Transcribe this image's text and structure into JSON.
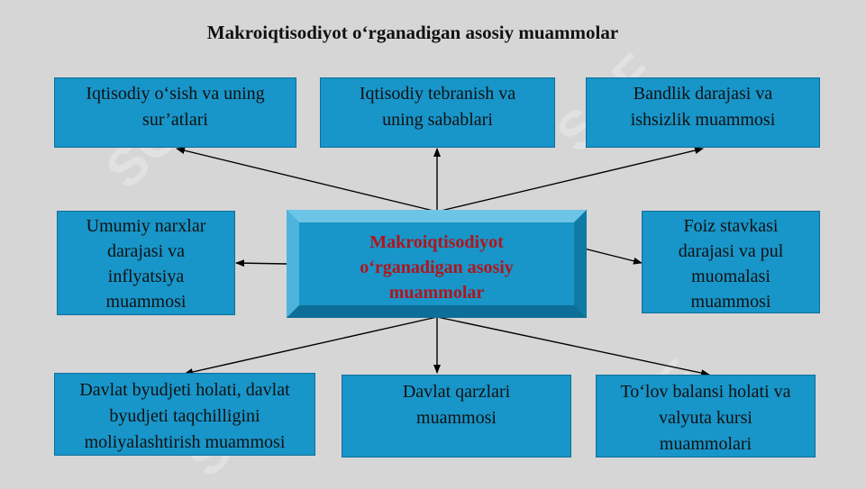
{
  "title": "Makroiqtisodiyot o‘rganadigan asosiy muammolar",
  "center": {
    "line1": "Makroiqtisodiyot",
    "line2": "o‘rganadigan asosiy",
    "line3": "muammolar"
  },
  "boxes": {
    "top_left": [
      "Iqtisodiy o‘sish va uning",
      "sur’atlari"
    ],
    "top_middle": [
      "Iqtisodiy tebranish va",
      "uning sabablari"
    ],
    "top_right": [
      "Bandlik darajasi va",
      "ishsizlik muammosi"
    ],
    "mid_left": [
      "Umumiy narxlar",
      "darajasi va",
      "inflyatsiya",
      "muammosi"
    ],
    "mid_right": [
      "Foiz stavkasi",
      "darajasi va pul",
      "muomalasi",
      "muammosi"
    ],
    "bottom_left": [
      "Davlat byudjeti holati, davlat",
      "byudjeti taqchilligini",
      "moliyalashtirish muammosi"
    ],
    "bottom_middle": [
      "Davlat qarzlari",
      "muammosi"
    ],
    "bottom_right": [
      "To‘lov balansi holati va",
      "valyuta kursi",
      "muammolari"
    ]
  },
  "watermark": "SOF",
  "colors": {
    "background": "#d6d6d6",
    "box_fill": "#1895c9",
    "center_text": "#b0151b"
  }
}
